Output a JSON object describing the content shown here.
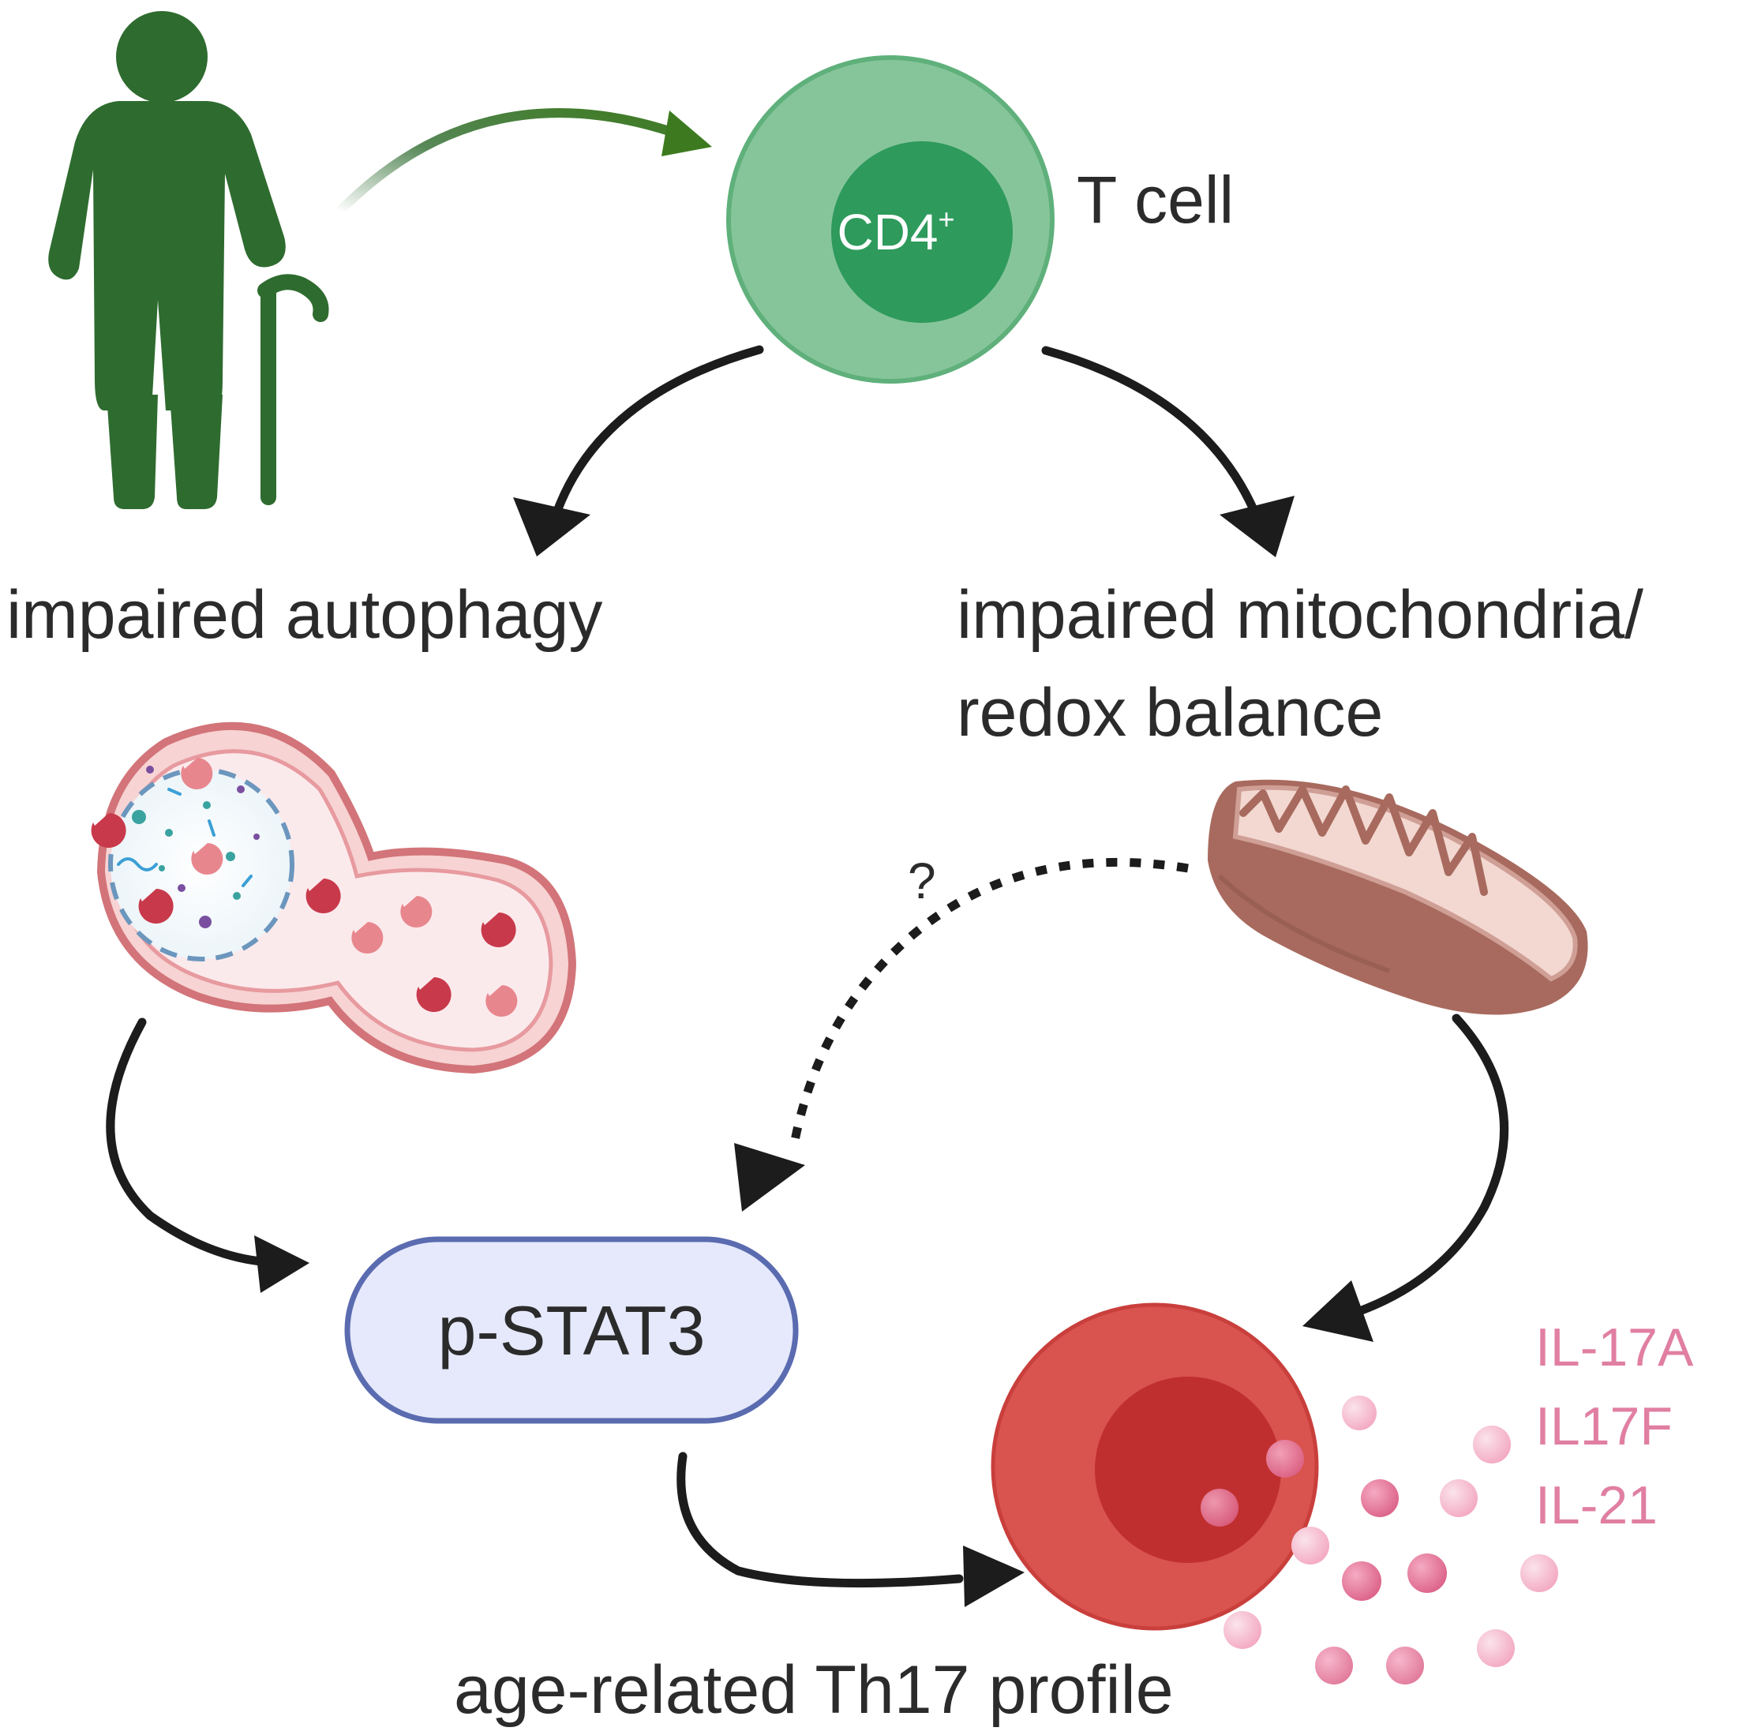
{
  "labels": {
    "t_cell": "T cell",
    "cd4": "CD4",
    "cd4_sup": "+",
    "impaired_autophagy": "impaired autophagy",
    "impaired_mito_line1": "impaired mitochondria/",
    "impaired_mito_line2": "redox balance",
    "question": "?",
    "pstat3": "p-STAT3",
    "th17_profile": "age-related Th17 profile"
  },
  "cytokines": [
    "IL-17A",
    "IL17F",
    "IL-21"
  ],
  "colors": {
    "person": "#2e6b2f",
    "tcell_outer": "#86c59a",
    "tcell_inner": "#2e9a5c",
    "arrow": "#1c1c1c",
    "autophagy_outline": "#d27479",
    "mitochondria": "#a86a5e",
    "pstat3_fill": "#e5e9fb",
    "pstat3_stroke": "#5a6bb0",
    "th17_outer": "#d9534f",
    "th17_inner": "#c02f2f",
    "cytokine_text": "#e07fa2"
  },
  "icons": [
    "elderly-person-icon",
    "t-cell-icon",
    "autophagosome-icon",
    "mitochondrion-icon",
    "th17-cell-icon",
    "cytokine-particles-icon"
  ]
}
